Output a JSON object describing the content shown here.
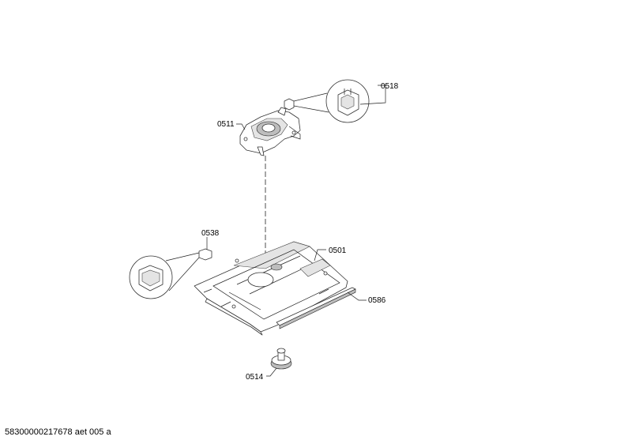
{
  "parts": {
    "p0511": "0511",
    "p0518": "0518",
    "p0538": "0538",
    "p0501": "0501",
    "p0586": "0586",
    "p0514": "0514"
  },
  "footer": "58300000217678 aet 005 a"
}
